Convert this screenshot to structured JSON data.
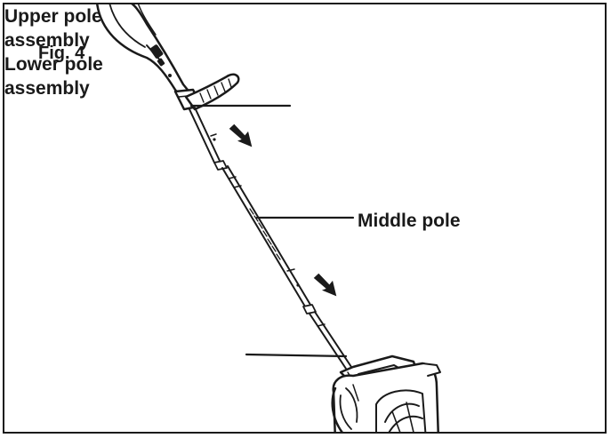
{
  "figure": {
    "title": "Fig. 4",
    "labels": {
      "upper": [
        "Upper pole",
        "assembly"
      ],
      "middle": "Middle pole",
      "lower": [
        "Lower pole",
        "assembly"
      ]
    },
    "colors": {
      "ink": "#1a1a1a",
      "paper": "#ffffff",
      "gray": "#bdbdbd"
    }
  }
}
